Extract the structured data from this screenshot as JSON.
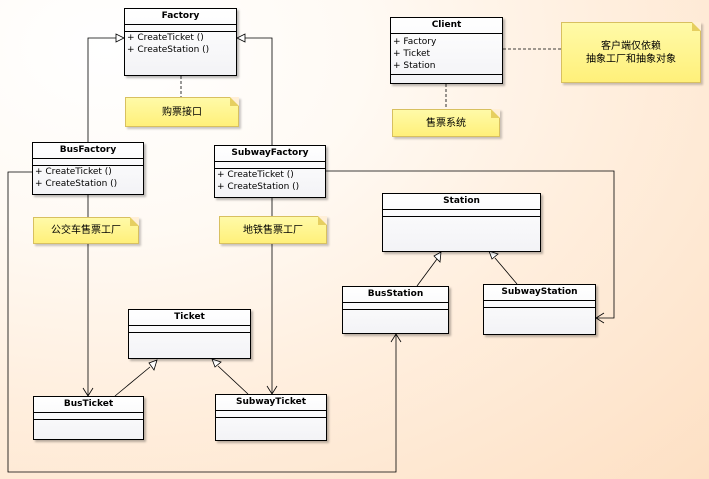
{
  "classes": {
    "factory": {
      "name": "Factory",
      "attributes": [],
      "operations": [
        "+ CreateTicket ()",
        "+ CreateStation ()"
      ]
    },
    "bus_factory": {
      "name": "BusFactory",
      "attributes": [],
      "operations": [
        "+ CreateTicket ()",
        "+ CreateStation ()"
      ]
    },
    "subway_factory": {
      "name": "SubwayFactory",
      "attributes": [],
      "operations": [
        "+ CreateTicket ()",
        "+ CreateStation ()"
      ]
    },
    "client": {
      "name": "Client",
      "attributes": [
        "+ Factory",
        "+ Ticket",
        "+ Station"
      ],
      "operations": []
    },
    "station": {
      "name": "Station",
      "attributes": [],
      "operations": []
    },
    "bus_station": {
      "name": "BusStation",
      "attributes": [],
      "operations": []
    },
    "subway_station": {
      "name": "SubwayStation",
      "attributes": [],
      "operations": []
    },
    "ticket": {
      "name": "Ticket",
      "attributes": [],
      "operations": []
    },
    "bus_ticket": {
      "name": "BusTicket",
      "attributes": [],
      "operations": []
    },
    "subway_ticket": {
      "name": "SubwayTicket",
      "attributes": [],
      "operations": []
    }
  },
  "notes": {
    "ticket_interface": [
      "购票接口"
    ],
    "client_dependency": [
      "客户端仅依赖",
      "抽象工厂和抽象对象"
    ],
    "ticket_system": [
      "售票系统"
    ],
    "bus_factory_note": [
      "公交车售票工厂"
    ],
    "subway_factory_note": [
      "地铁售票工厂"
    ]
  },
  "relationships": [
    {
      "kind": "generalization",
      "from": "BusFactory",
      "to": "Factory"
    },
    {
      "kind": "generalization",
      "from": "SubwayFactory",
      "to": "Factory"
    },
    {
      "kind": "generalization",
      "from": "BusStation",
      "to": "Station"
    },
    {
      "kind": "generalization",
      "from": "SubwayStation",
      "to": "Station"
    },
    {
      "kind": "generalization",
      "from": "BusTicket",
      "to": "Ticket"
    },
    {
      "kind": "generalization",
      "from": "SubwayTicket",
      "to": "Ticket"
    },
    {
      "kind": "association",
      "from": "BusFactory",
      "to": "BusTicket"
    },
    {
      "kind": "association",
      "from": "BusFactory",
      "to": "BusStation"
    },
    {
      "kind": "association",
      "from": "SubwayFactory",
      "to": "SubwayTicket"
    },
    {
      "kind": "association",
      "from": "SubwayFactory",
      "to": "SubwayStation"
    }
  ],
  "colors": {
    "background": "#fde0c4",
    "note_fill": "#fff07a",
    "class_fill": "#f3f3f6",
    "line": "#000000"
  }
}
